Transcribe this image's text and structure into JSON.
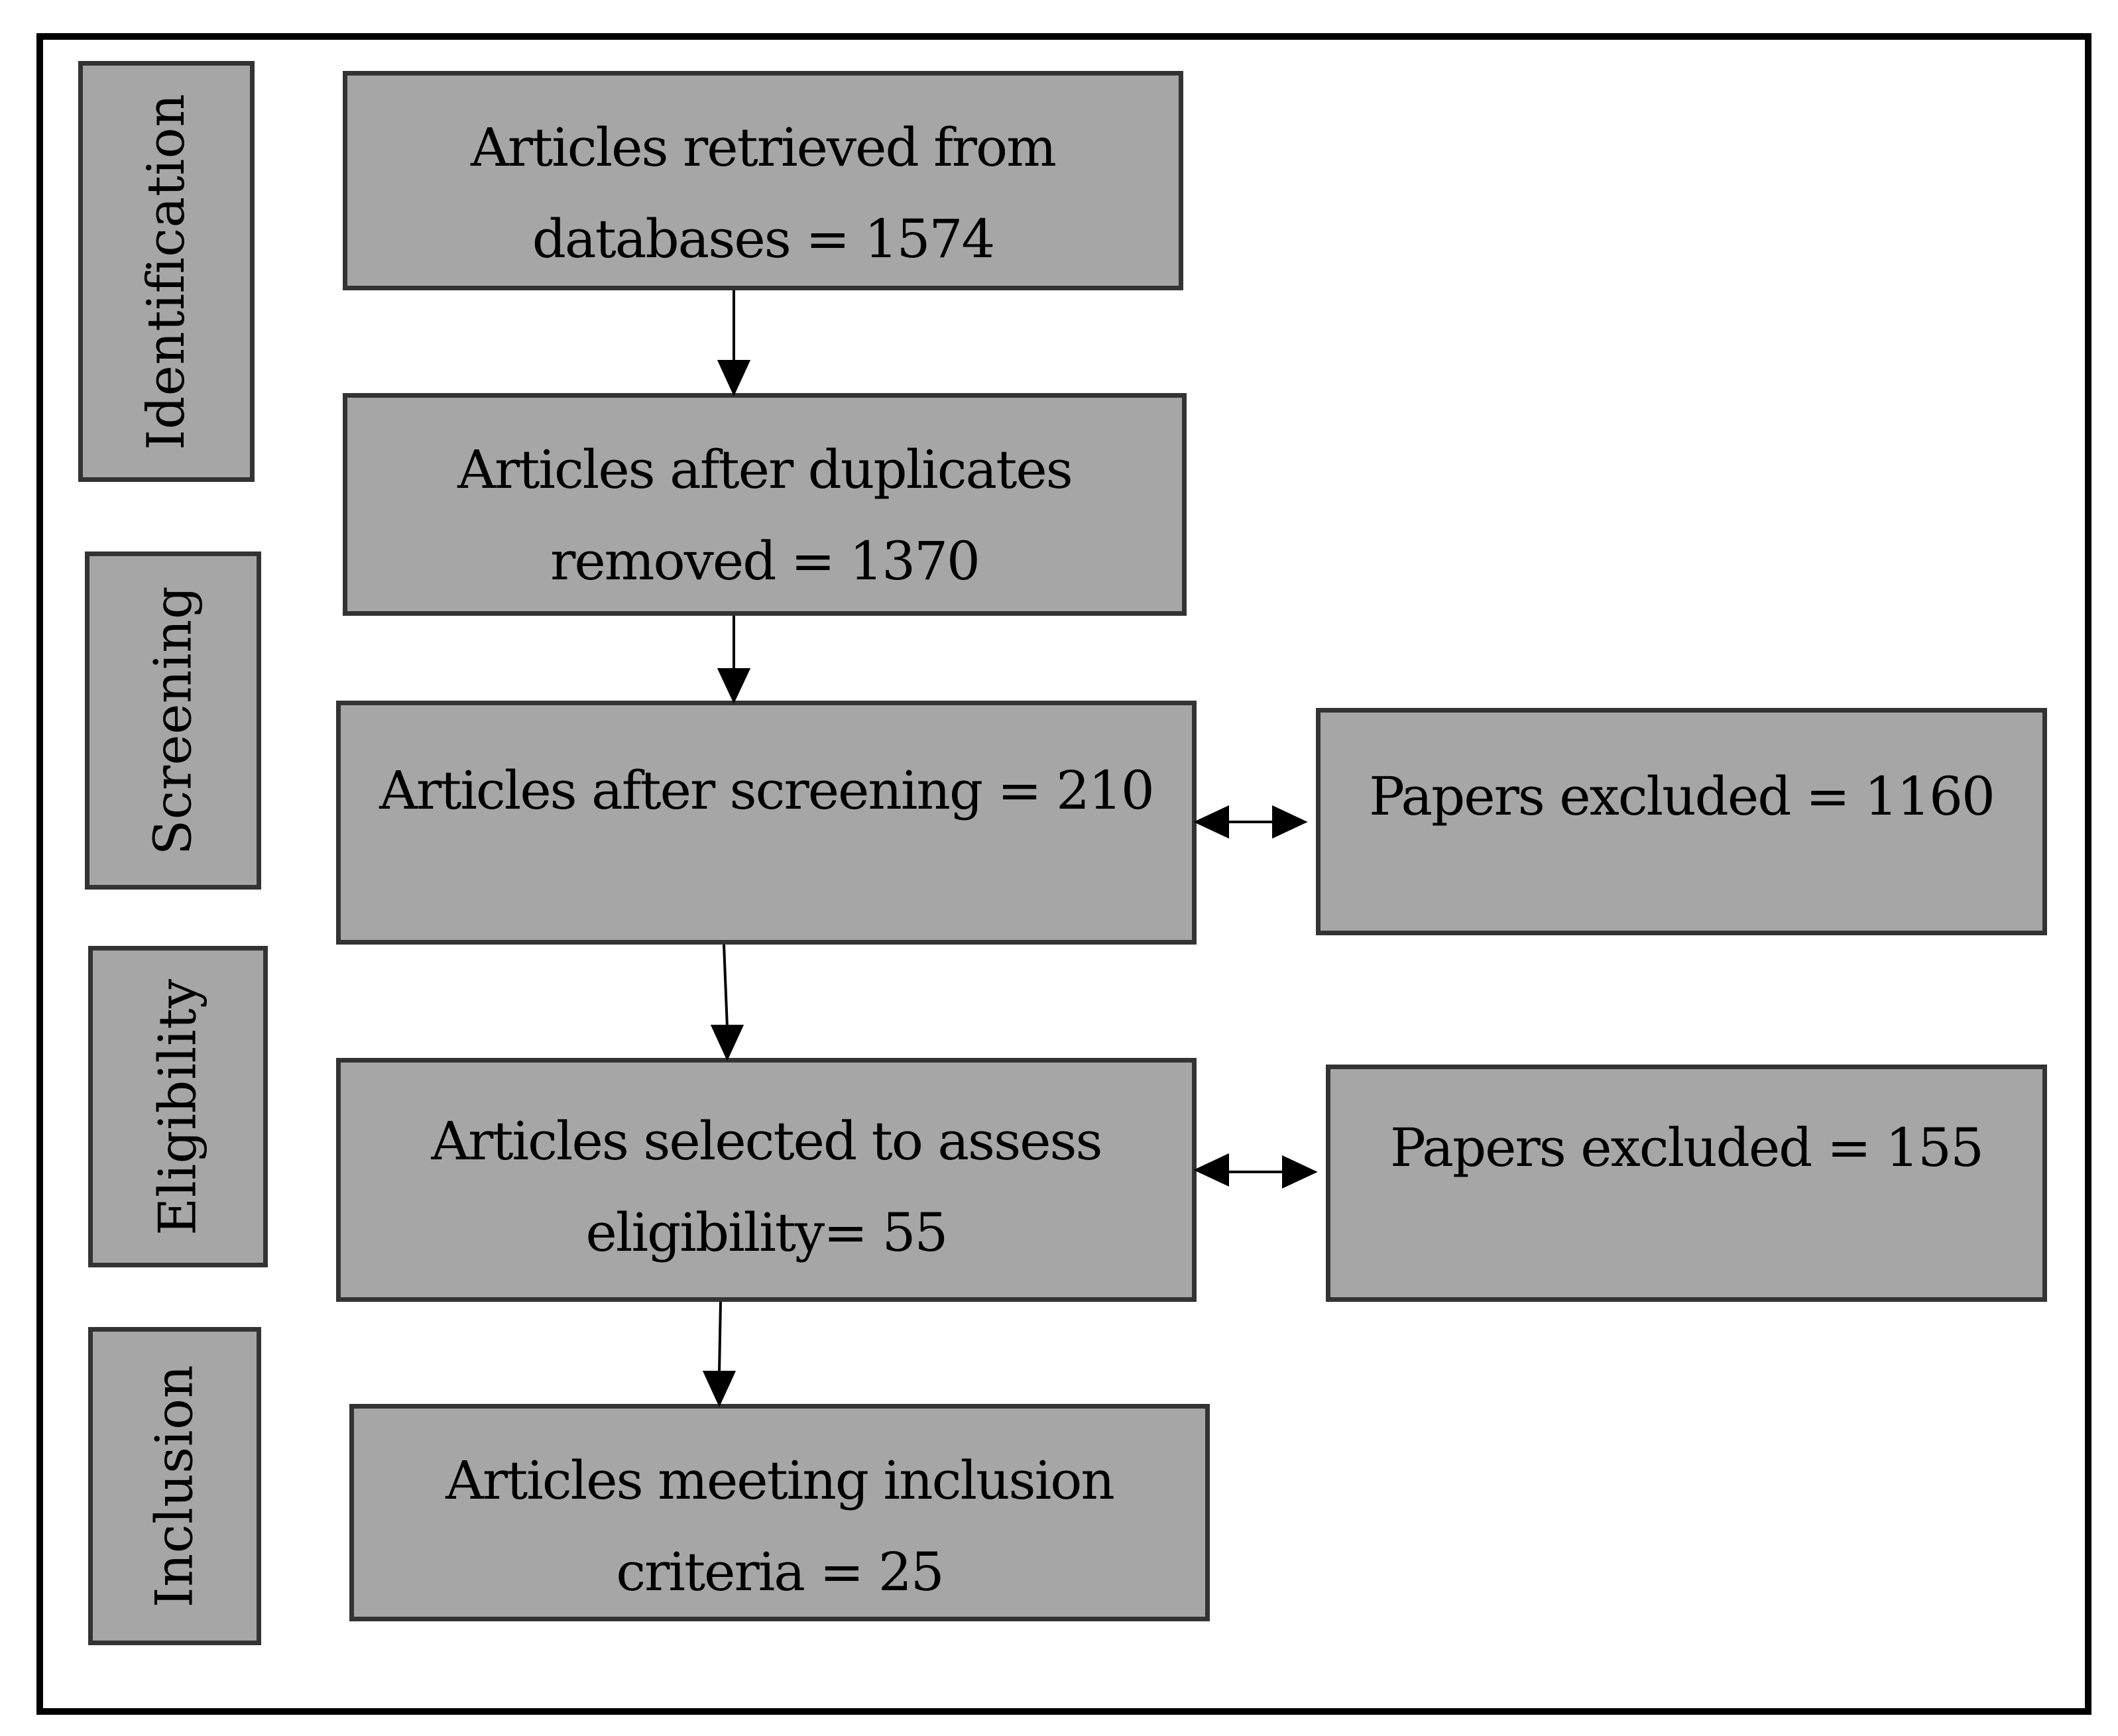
{
  "stages": [
    {
      "id": "identification",
      "label": "Identification"
    },
    {
      "id": "screening",
      "label": "Screening"
    },
    {
      "id": "eligibility",
      "label": "Eligibility"
    },
    {
      "id": "inclusion",
      "label": "Inclusion"
    }
  ],
  "boxes": {
    "retrieved": {
      "line1": "Articles retrieved from",
      "line2": "databases = 1574"
    },
    "deduplicated": {
      "line1": "Articles after duplicates",
      "line2": "removed = 1370"
    },
    "screened": {
      "line1": "Articles after screening = 210"
    },
    "excluded_screening": {
      "line1": "Papers excluded =  1160"
    },
    "assessed": {
      "line1": "Articles selected to assess",
      "line2": "eligibility= 55"
    },
    "excluded_eligibility": {
      "line1": "Papers excluded = 155"
    },
    "included": {
      "line1": "Articles meeting inclusion",
      "line2": "criteria = 25"
    }
  },
  "colors": {
    "box_fill": "#a6a6a6",
    "box_border": "#333333",
    "frame_border": "#000000",
    "arrow": "#000000"
  }
}
